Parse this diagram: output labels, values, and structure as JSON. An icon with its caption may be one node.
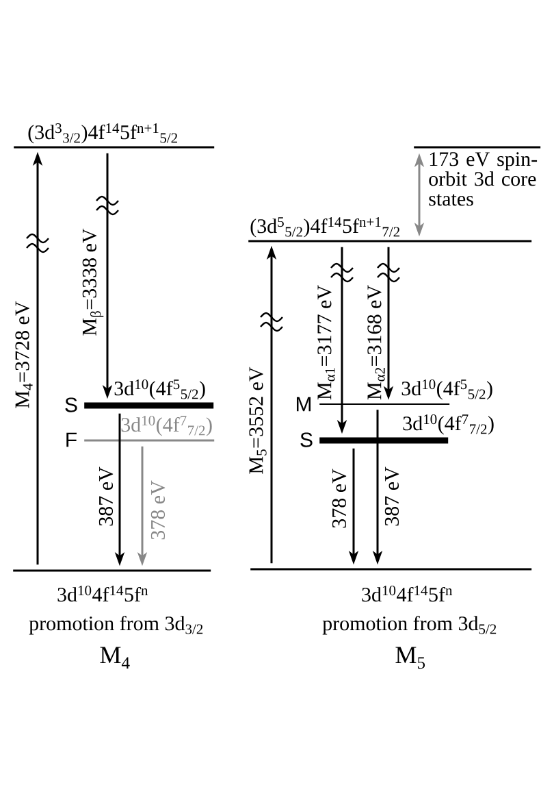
{
  "diagram": {
    "nodes": [
      {
        "text": [
          "(3d$^{3}$$_{3/2}$)4f$^{14}$5f$^{n+1}$$_{5/2}$"
        ]
      },
      {
        "text": [],
        "shape": "bar"
      },
      {
        "text": [
          "(3d$^{5}$$_{5/2}$)4f$^{14}$5f$^{n+1}$$_{7/2}$"
        ]
      },
      {
        "text": [
          "3d$^{10}$(4f$^{5}$$_{5/2}$)"
        ],
        "beside": [
          "S"
        ]
      },
      {
        "text": [
          "3d$^{10}$(4f$^{5}$$_{5/2}$)"
        ],
        "beside": [
          "M"
        ]
      },
      {
        "text": [
          "3d$^{10}$(4f$^{7}$$_{7/2}$)"
        ],
        "beside": [
          "F"
        ]
      },
      {
        "text": [
          "3d$^{10}$(4f$^{7}$$_{7/2}$)"
        ],
        "beside": [
          "S"
        ]
      },
      {
        "text": [
          "3d$^{10}$4f$^{14}$5f$^{n}$",
          "promotion from 3d$_{3/2}$",
          "M$_{4}$"
        ]
      },
      {
        "text": [
          "3d$^{10}$4f$^{14}$5f$^{n}$",
          "promotion from 3d$_{5/2}$",
          "M$_{5}$"
        ]
      }
    ],
    "edges": [
      {
        "from": 7,
        "to": 0,
        "arrow": "to",
        "label": "M$_{4}$=3728 eV"
      },
      {
        "from": 0,
        "to": 3,
        "arrow": "to",
        "label": "M$_{β}$=3338 eV"
      },
      {
        "from": 3,
        "to": 7,
        "arrow": "to",
        "label": "387 eV"
      },
      {
        "from": 5,
        "to": 7,
        "arrow": "to",
        "label": "378 eV",
        "color": "#888888"
      },
      {
        "from": 1,
        "to": 2,
        "arrow": "both",
        "label": "173 eV spin-orbit 3d core states",
        "color": "#888888"
      },
      {
        "from": 8,
        "to": 2,
        "arrow": "to",
        "label": "M$_{5}$=3552 eV"
      },
      {
        "from": 2,
        "to": 6,
        "arrow": "to",
        "label": "M$_{α1}$=3177 eV"
      },
      {
        "from": 2,
        "to": 4,
        "arrow": "to",
        "label": "M$_{α2}$=3168 eV"
      },
      {
        "from": 6,
        "to": 8,
        "arrow": "to",
        "label": "378 eV"
      },
      {
        "from": 4,
        "to": 8,
        "arrow": "to",
        "label": "387 eV"
      }
    ]
  }
}
